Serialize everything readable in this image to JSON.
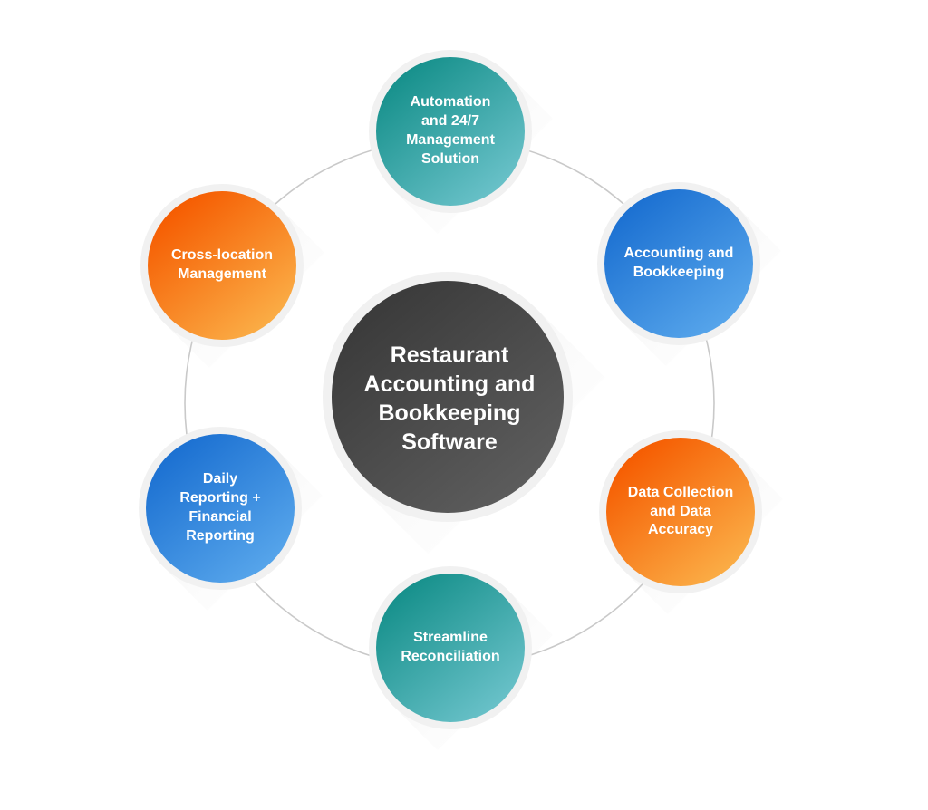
{
  "center": {
    "label": "Restaurant\nAccounting and\nBookkeeping\nSoftware",
    "color_from": "#3a3a3a",
    "color_to": "#5e5e5e"
  },
  "nodes": [
    {
      "label": "Automation\nand 24/7\nManagement\nSolution",
      "color_from": "#148f8a",
      "color_to": "#6ec4cc"
    },
    {
      "label": "Accounting and\nBookkeeping",
      "color_from": "#1a6fd1",
      "color_to": "#5aa8ec"
    },
    {
      "label": "Data Collection\nand Data\nAccuracy",
      "color_from": "#f55a00",
      "color_to": "#fbb24a"
    },
    {
      "label": "Streamline\nReconciliation",
      "color_from": "#148f8a",
      "color_to": "#6ec4cc"
    },
    {
      "label": "Daily\nReporting +\nFinancial\nReporting",
      "color_from": "#1a6fd1",
      "color_to": "#5aa8ec"
    },
    {
      "label": "Cross-location\nManagement",
      "color_from": "#f55a00",
      "color_to": "#fbb24a"
    }
  ],
  "colors": {
    "ring": "#c9c9c9",
    "node_border": "#f1f1f1",
    "shadow": "#ebebeb"
  }
}
